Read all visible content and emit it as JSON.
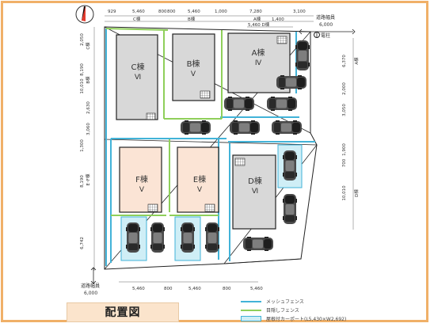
{
  "title": "配置図",
  "colors": {
    "frame": "#f0b068",
    "mesh_fence": "#42b3d8",
    "privacy_fence": "#8fcf5a",
    "building_grey": "#d8d8d8",
    "building_peach": "#fbe4d5",
    "carport_fill": "#cfeef6"
  },
  "north_arrow": {
    "icon": "north-arrow-icon"
  },
  "road_top": {
    "label": "道路幅員",
    "width": "6,000"
  },
  "road_bottom": {
    "label": "道路幅員",
    "width": "6,000"
  },
  "utility_pole": {
    "label": "電柱",
    "icon": "utility-pole-icon"
  },
  "buildings": [
    {
      "id": "C",
      "name": "C棟",
      "roman": "Ⅵ"
    },
    {
      "id": "B",
      "name": "B棟",
      "roman": "Ⅴ"
    },
    {
      "id": "A",
      "name": "A棟",
      "roman": "Ⅳ"
    },
    {
      "id": "F",
      "name": "F棟",
      "roman": "Ⅴ"
    },
    {
      "id": "E",
      "name": "E棟",
      "roman": "Ⅴ"
    },
    {
      "id": "D",
      "name": "D棟",
      "roman": "Ⅵ"
    }
  ],
  "dims_top": {
    "row1": [
      "929",
      "5,460",
      "800",
      "800",
      "5,460",
      "1,000",
      "7,280",
      "3,100"
    ],
    "row2": [
      "C棟",
      "B棟",
      "A棟",
      "1,400"
    ],
    "row3": "5,460 D棟"
  },
  "dims_left": [
    "2,050",
    "C棟",
    "8,190",
    "10,010",
    "B棟",
    "2,630",
    "3,060",
    "1,300",
    "E･F棟",
    "8,190",
    "6,742"
  ],
  "dims_right": [
    "6,370",
    "A棟",
    "2,000",
    "3,050",
    "1,900",
    "700",
    "10,010",
    "D棟"
  ],
  "dims_bottom": [
    "5,460",
    "800",
    "5,460",
    "800",
    "5,460"
  ],
  "legend": [
    {
      "type": "line",
      "color": "#42b3d8",
      "text": "メッシュフェンス"
    },
    {
      "type": "line",
      "color": "#8fcf5a",
      "text": "目隠しフェンス"
    },
    {
      "type": "box",
      "color": "#42b3d8",
      "text": "屋根付カーポート(L5,430×W2,692)"
    }
  ]
}
